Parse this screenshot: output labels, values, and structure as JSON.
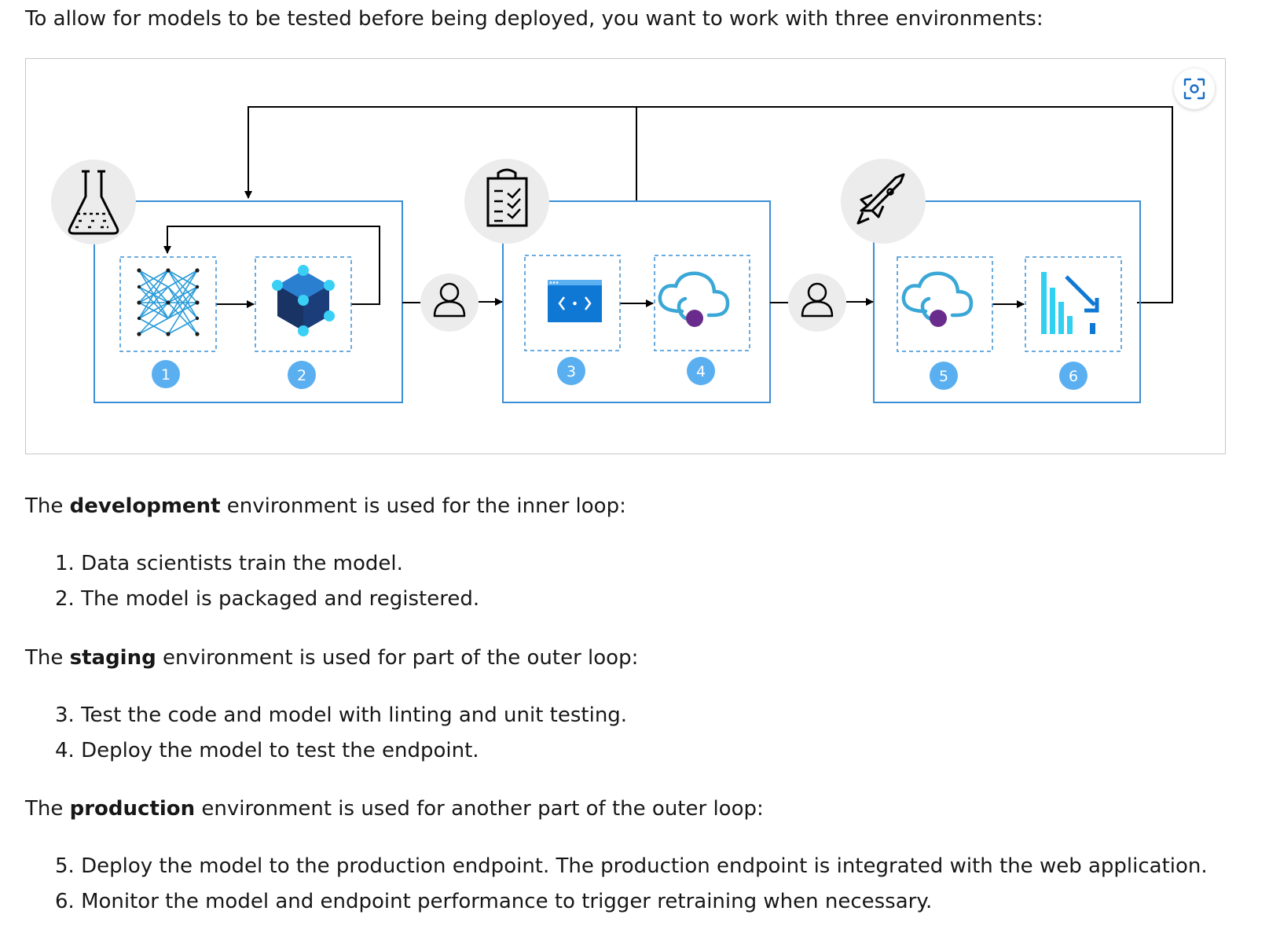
{
  "intro": "To allow for models to be tested before being deployed, you want to work with three environments:",
  "figure": {
    "expand_icon": "expand-view-icon",
    "badges": [
      "1",
      "2",
      "3",
      "4",
      "5",
      "6"
    ],
    "environments": [
      {
        "icon": "flask-icon",
        "steps": [
          {
            "icon": "neural-network-icon"
          },
          {
            "icon": "model-package-icon"
          }
        ]
      },
      {
        "icon": "clipboard-checklist-icon",
        "steps": [
          {
            "icon": "code-window-icon"
          },
          {
            "icon": "cloud-endpoint-icon"
          }
        ]
      },
      {
        "icon": "rocket-icon",
        "steps": [
          {
            "icon": "cloud-endpoint-icon"
          },
          {
            "icon": "monitoring-chart-icon"
          }
        ]
      }
    ],
    "approval_icon": "person-approval-icon",
    "colors": {
      "env_border": "#3b8fd4",
      "badge": "#5aaff0",
      "icon_circle": "#ececec",
      "neural_net": "#2a9bd8",
      "cube_dark": "#1b3e7a",
      "cube_light": "#2a7fd0",
      "code_window": "#0f78d4",
      "cloud": "#3aa7d6",
      "endpoint_dot": "#6a2c8c",
      "chart_bars": "#32d0f0",
      "chart_arrow": "#0f78d4"
    }
  },
  "sections": [
    {
      "prefix": "The ",
      "bold": "development",
      "suffix": " environment is used for the inner loop:",
      "steps": [
        "1. Data scientists train the model.",
        "2. The model is packaged and registered."
      ]
    },
    {
      "prefix": "The ",
      "bold": "staging",
      "suffix": " environment is used for part of the outer loop:",
      "steps": [
        "3. Test the code and model with linting and unit testing.",
        "4. Deploy the model to test the endpoint."
      ]
    },
    {
      "prefix": "The ",
      "bold": "production",
      "suffix": " environment is used for another part of the outer loop:",
      "steps": [
        "5. Deploy the model to the production endpoint. The production endpoint is integrated with the web application.",
        "6. Monitor the model and endpoint performance to trigger retraining when necessary."
      ]
    }
  ]
}
